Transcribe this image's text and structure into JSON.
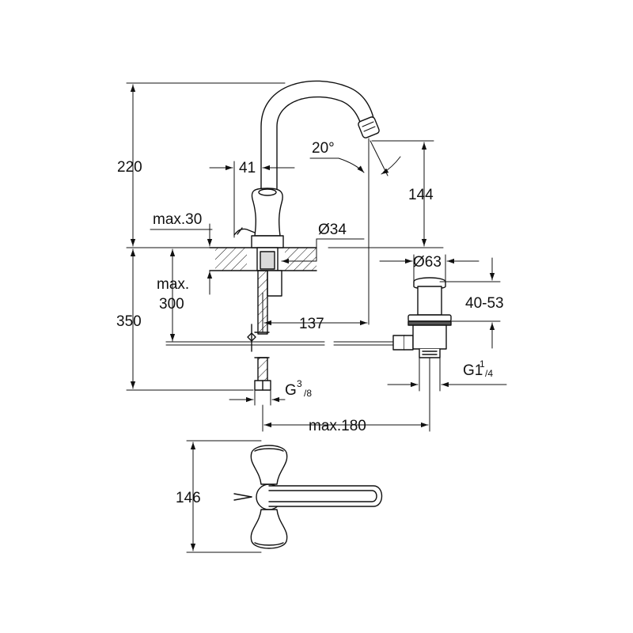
{
  "drawing": {
    "colors": {
      "line": "#111111",
      "fill": "#ffffff",
      "shade": "#d9d9d9"
    },
    "dimensions": {
      "d220": "220",
      "d41": "41",
      "d20deg": "20°",
      "d144": "144",
      "max30": "max.30",
      "dia34": "Ø34",
      "max300_a": "max.",
      "max300_b": "300",
      "d350": "350",
      "dia63": "Ø63",
      "d4053": "40-53",
      "d137": "137",
      "g114_main": "G1",
      "g114_num": "1",
      "g114_den": "/4",
      "g38_main": "G",
      "g38_num": "3",
      "g38_den": "/8",
      "max180": "max.180",
      "d146": "146"
    }
  }
}
